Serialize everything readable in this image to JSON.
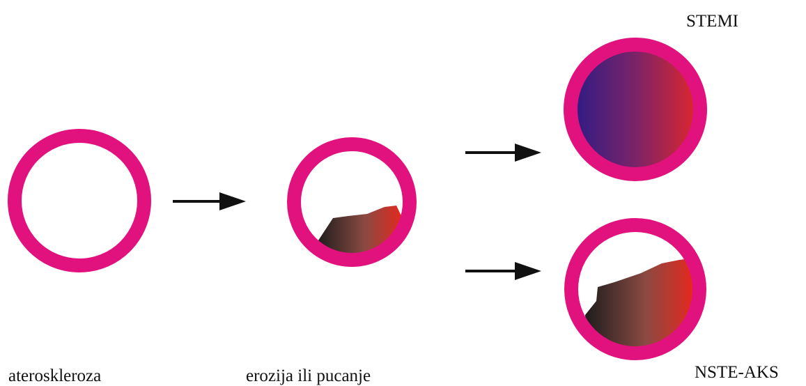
{
  "labels": {
    "stemi": "STEMI",
    "nste_aks": "NSTE-AKS",
    "ateroskleroza": "ateroskleroza",
    "erozija": "erozija ili pucanje"
  },
  "colors": {
    "vessel_wall": "#e1127e",
    "arrow": "#111111",
    "thrombus_start": "#1d1d1d",
    "thrombus_end": "#e8271d",
    "occlusion_start": "#2b1b86",
    "occlusion_end": "#e3262a"
  }
}
